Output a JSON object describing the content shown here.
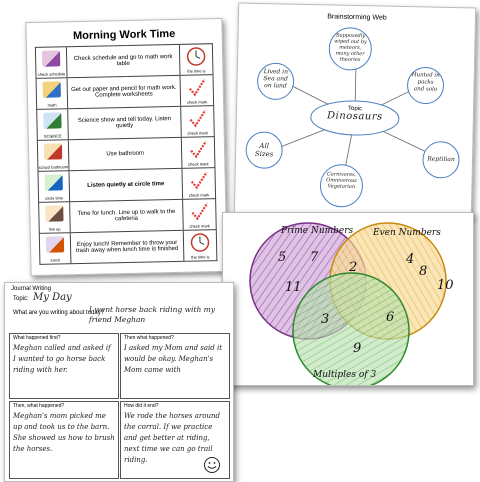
{
  "schedule": {
    "title": "Morning Work Time",
    "rows": [
      {
        "icon_label": "check schedule",
        "icon": "schedule-icon",
        "text": "Check schedule and go to math work table",
        "bold": false,
        "status_label": "the time is",
        "status_icon": "clock-icon"
      },
      {
        "icon_label": "math",
        "icon": "math-shapes-icon",
        "text": "Get out paper and pencil for math work. Complete worksheets",
        "bold": false,
        "status_label": "check mark",
        "status_icon": "checkmark-icon"
      },
      {
        "icon_label": "SCIENCE",
        "icon": "science-icon",
        "text": "Science show and tell today.  Listen quietly",
        "bold": false,
        "status_label": "check mark",
        "status_icon": "checkmark-icon"
      },
      {
        "icon_label": "school bathroom",
        "icon": "bathroom-icon",
        "text": "Use bathroom",
        "bold": false,
        "status_label": "check mark",
        "status_icon": "checkmark-icon"
      },
      {
        "icon_label": "circle time",
        "icon": "circle-time-icon",
        "text": "Listen quietly at circle time",
        "bold": true,
        "status_label": "check mark",
        "status_icon": "checkmark-icon"
      },
      {
        "icon_label": "line up",
        "icon": "line-up-icon",
        "text": "Time for lunch. Line up to walk to the cafeteria",
        "bold": false,
        "status_label": "check mark",
        "status_icon": "checkmark-icon"
      },
      {
        "icon_label": "lunch",
        "icon": "lunch-icon",
        "text": "Enjoy lunch!  Remember to throw your trash away when lunch time is finished",
        "bold": false,
        "status_label": "the time is",
        "status_icon": "clock-icon"
      }
    ]
  },
  "brainstorm": {
    "title": "Brainstorming Web",
    "center_label": "Topic",
    "center_value": "Dinosaurs",
    "nodes": [
      {
        "id": "top",
        "text": "Supposedly wiped out by meteors, many other theories"
      },
      {
        "id": "upper-left",
        "text": "Lived in Sea and on land"
      },
      {
        "id": "upper-right",
        "text": "Hunted in packs and solo"
      },
      {
        "id": "left",
        "text": "All Sizes"
      },
      {
        "id": "right",
        "text": "Reptilian"
      },
      {
        "id": "bottom",
        "text": "Carnivores, Omnivorous Vegetarian"
      }
    ]
  },
  "venn": {
    "sets": [
      {
        "name": "Prime Numbers",
        "color": "#8a3f9a",
        "values": [
          "5",
          "7",
          "11"
        ]
      },
      {
        "name": "Even Numbers",
        "color": "#e0a020",
        "values": [
          "4",
          "8",
          "10"
        ]
      },
      {
        "name": "Multiples of 3",
        "color": "#3c9a3a",
        "values": [
          "9"
        ]
      }
    ],
    "intersections": [
      {
        "sets": [
          "Prime Numbers",
          "Even Numbers"
        ],
        "value": "2"
      },
      {
        "sets": [
          "Prime Numbers",
          "Multiples of 3"
        ],
        "value": "3"
      },
      {
        "sets": [
          "Even Numbers",
          "Multiples of 3"
        ],
        "value": "6"
      }
    ]
  },
  "journal": {
    "title": "Journal Writing",
    "topic_label": "Topic:",
    "topic_value": "My Day",
    "question_0": "What are you writing about today?",
    "answer_0": "I went horse back riding with my friend Meghan",
    "boxes": [
      {
        "q": "What happened first?",
        "a": "Meghan called and asked if I wanted to go horse back riding with her."
      },
      {
        "q": "Then what happened?",
        "a": "I asked my Mom and said it would be okay. Meghan's Mom came with"
      },
      {
        "q": "Then, what happened?",
        "a": "Meghan's mom picked me up and took us to the barn. She showed us how to brush the horses."
      },
      {
        "q": "How did it end?",
        "a": "We rode the horses around the corral. If we practice and get better at riding, next time we can go trail riding."
      }
    ]
  }
}
